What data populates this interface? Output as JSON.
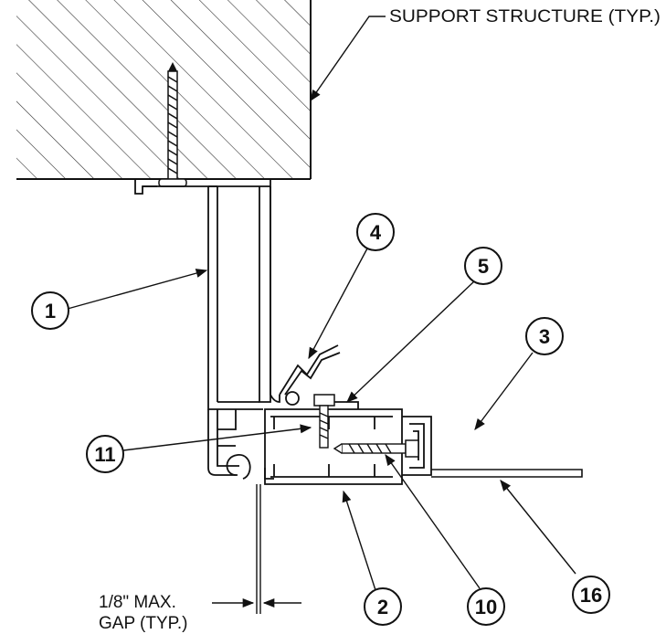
{
  "labels": {
    "support_structure": "SUPPORT STRUCTURE (TYP.)",
    "gap_line1": "1/8\" MAX.",
    "gap_line2": "GAP (TYP.)"
  },
  "callouts": [
    {
      "id": "c1",
      "number": "1"
    },
    {
      "id": "c4",
      "number": "4"
    },
    {
      "id": "c5",
      "number": "5"
    },
    {
      "id": "c3",
      "number": "3"
    },
    {
      "id": "c11",
      "number": "11"
    },
    {
      "id": "c16",
      "number": "16"
    },
    {
      "id": "c2",
      "number": "2"
    },
    {
      "id": "c10",
      "number": "10"
    }
  ],
  "colors": {
    "line": "#111111",
    "hatch": "#333333",
    "background": "#ffffff"
  }
}
